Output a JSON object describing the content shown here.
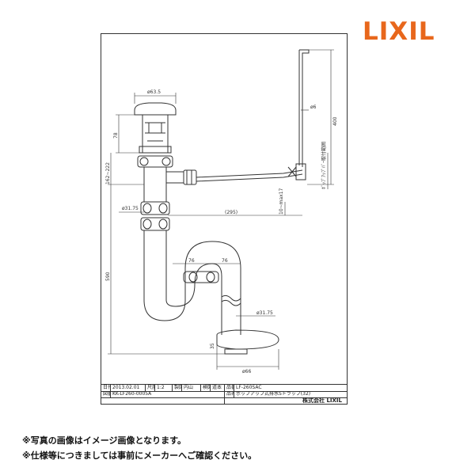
{
  "brand": {
    "logo_text": "LIXIL",
    "color": "#e8671c"
  },
  "dimensions": {
    "cap_dia": "ø63.5",
    "rod_dia": "ø6",
    "height_78": "78",
    "height_162": "162~222",
    "height_400": "400",
    "link_label": "ﾎﾞｯﾌﾟｱｯﾌﾟﾊﾞｰ取付範囲",
    "lever_10": "10~max17",
    "pipe_dia": "ø31.75",
    "length_295": "(295)",
    "width_76a": "76",
    "width_76b": "76",
    "height_590": "590",
    "pipe_dia_b": "ø31.75",
    "height_35": "35",
    "flange_dia": "ø66"
  },
  "title_block": {
    "date_label": "日付",
    "date": "2013.02.01",
    "scale_label": "尺度",
    "scale": "1:2",
    "drawn_label": "製図",
    "drawn": "内山",
    "checked_label": "検図",
    "checked": "道本",
    "name_label": "品番",
    "product_code": "LF-260SAC",
    "drawing_label": "図番",
    "drawing_no": "KK-LF260-0005A",
    "product_name_label": "品名",
    "product_name": "ポップアップ式排水Sトラップ(32)",
    "company": "株式会社 LIXIL"
  },
  "notes": [
    "※写真の画像はイメージ画像となります。",
    "※仕様等につきましては事前にメーカーへご確認ください。"
  ]
}
